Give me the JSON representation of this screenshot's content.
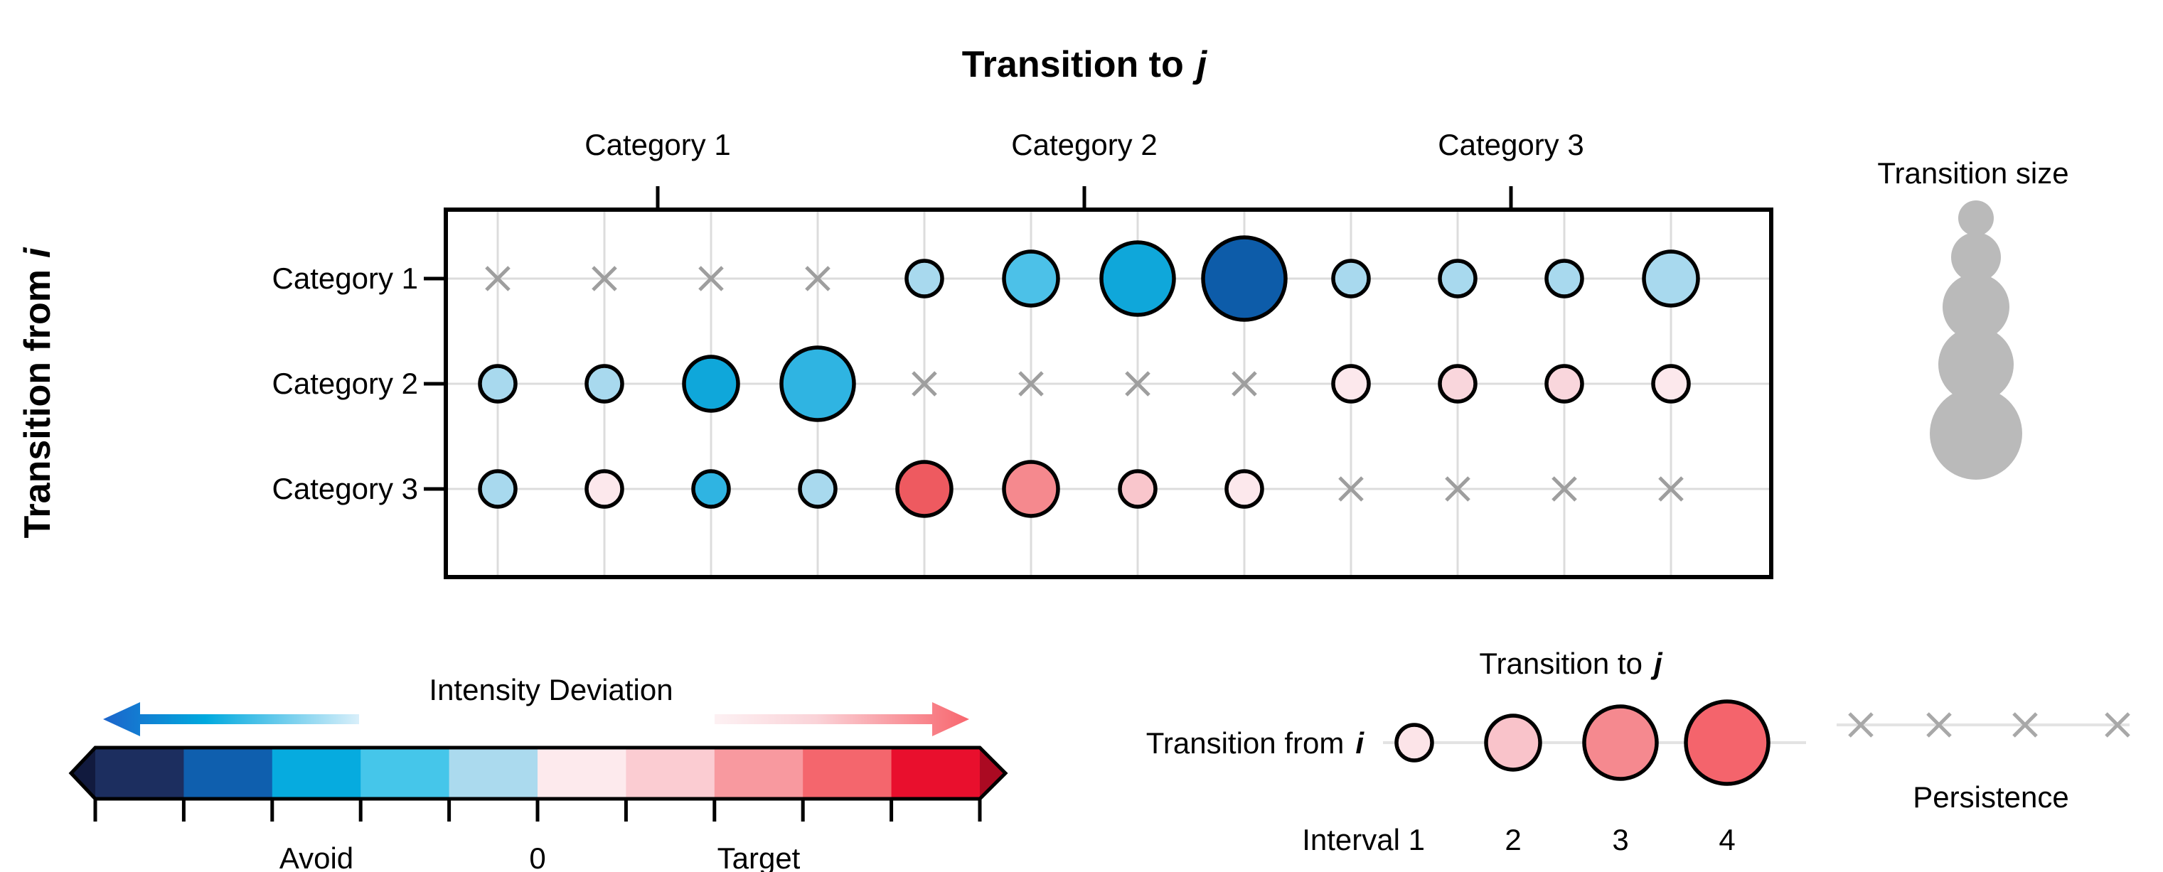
{
  "title": {
    "prefix": "Transition to",
    "italic": "j"
  },
  "y_axis": {
    "prefix": "Transition from",
    "italic": "i"
  },
  "matrix": {
    "column_headers": [
      "Category 1",
      "Category 2",
      "Category 3"
    ],
    "row_labels": [
      "Category 1",
      "Category 2",
      "Category 3"
    ]
  },
  "chart_data": {
    "type": "bubble-matrix",
    "title": "Transition to j",
    "xlabel": "Transition to j",
    "ylabel": "Transition from i",
    "column_groups": [
      "Category 1",
      "Category 2",
      "Category 3"
    ],
    "intervals_per_group": 4,
    "rows": [
      "Category 1",
      "Category 2",
      "Category 3"
    ],
    "size_class_radius": {
      "1": 25,
      "2": 38,
      "3": 51,
      "4": 58
    },
    "cells": [
      [
        "x",
        "x",
        "x",
        "x",
        {
          "size": 1,
          "color": "blueLight"
        },
        {
          "size": 2,
          "color": "blueSky"
        },
        {
          "size": 3,
          "color": "blueStrong"
        },
        {
          "size": 4,
          "color": "blueDark"
        },
        {
          "size": 1,
          "color": "blueLight"
        },
        {
          "size": 1,
          "color": "blueLight"
        },
        {
          "size": 1,
          "color": "blueLight"
        },
        {
          "size": 2,
          "color": "blueLight"
        }
      ],
      [
        {
          "size": 1,
          "color": "blueLight"
        },
        {
          "size": 1,
          "color": "blueLight"
        },
        {
          "size": 2,
          "color": "blueStrong"
        },
        {
          "size": 3,
          "color": "blueMed"
        },
        "x",
        "x",
        "x",
        "x",
        {
          "size": 1,
          "color": "pinkVLight"
        },
        {
          "size": 1,
          "color": "pinkLight"
        },
        {
          "size": 1,
          "color": "pinkLight"
        },
        {
          "size": 1,
          "color": "pinkVLight"
        }
      ],
      [
        {
          "size": 1,
          "color": "blueLight"
        },
        {
          "size": 1,
          "color": "pinkVLight"
        },
        {
          "size": 1,
          "color": "blueMed"
        },
        {
          "size": 1,
          "color": "blueLight"
        },
        {
          "size": 2,
          "color": "redStrong"
        },
        {
          "size": 2,
          "color": "redSalmon"
        },
        {
          "size": 1,
          "color": "pinkMid"
        },
        {
          "size": 1,
          "color": "pinkVLight"
        },
        "x",
        "x",
        "x",
        "x"
      ]
    ]
  },
  "palette": {
    "blueLight": "#a8d9ee",
    "blueSky": "#4cc1e8",
    "blueMed": "#2fb4e2",
    "blueStrong": "#0fa7da",
    "blueDark": "#0d5ca9",
    "pinkVLight": "#fce8ec",
    "pinkLight": "#f9d6dc",
    "pinkMid": "#f9c6cc",
    "redSalmon": "#f5898e",
    "redStrong": "#ee5a60",
    "grid": "#dcdcdc",
    "frame": "#000000",
    "persistence_marker": "#9e9e9e",
    "legend_line": "#e3e3e3",
    "size_legend_gray": "#bababa"
  },
  "colorbar": {
    "title": "Intensity Deviation",
    "segments": [
      "#1c2e5f",
      "#0f5fae",
      "#06abdf",
      "#45c6ea",
      "#abdaee",
      "#fdeaed",
      "#fbccd2",
      "#f8999f",
      "#f4666d",
      "#e90f2d"
    ],
    "left_tip_color": "#111a3e",
    "right_tip_color": "#ab0a22",
    "labels": [
      {
        "text": "Avoid",
        "frac": 0.25
      },
      {
        "text": "0",
        "frac": 0.5
      },
      {
        "text": "Target",
        "frac": 0.75
      }
    ],
    "left_arrow": {
      "stops": [
        "#1d64cb",
        "#00a9de",
        "#d9effa"
      ]
    },
    "right_arrow": {
      "stops": [
        "#fdf1f3",
        "#fad3d8",
        "#f8666e"
      ]
    }
  },
  "legend_interval": {
    "title_prefix": "Transition to",
    "title_italic": "j",
    "row_prefix": "Transition from",
    "row_italic": "i",
    "tick_labels": [
      "Interval 1",
      "2",
      "3",
      "4"
    ],
    "circles": [
      {
        "size": 1,
        "color": "#fce4e8"
      },
      {
        "size": 2,
        "color": "#f9c3ca"
      },
      {
        "size": 3,
        "color": "#f5898f"
      },
      {
        "size": 4,
        "color": "#f4646c"
      }
    ]
  },
  "legend_size": {
    "title": "Transition size",
    "color": "#bababa",
    "radii": [
      25,
      35,
      47,
      53,
      65
    ]
  },
  "legend_persistence": {
    "label": "Persistence",
    "marker": "x",
    "marker_color": "#a8a8a8",
    "marker_count": 4
  }
}
